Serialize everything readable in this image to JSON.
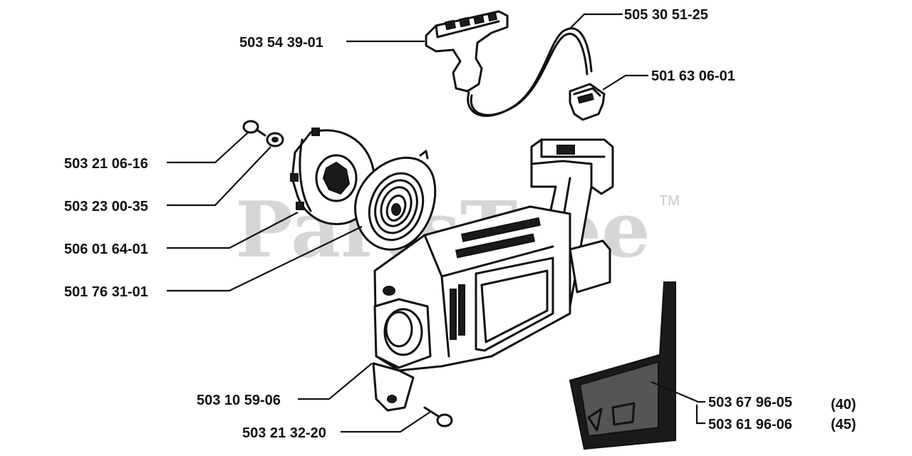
{
  "watermark": {
    "text": "PartsTree",
    "tm": "TM"
  },
  "parts": [
    {
      "id": "handle",
      "number": "503 54 39-01"
    },
    {
      "id": "rope",
      "number": "505 30 51-25"
    },
    {
      "id": "rope-guide",
      "number": "501 63 06-01"
    },
    {
      "id": "screw-top",
      "number": "503 21 06-16"
    },
    {
      "id": "washer",
      "number": "503 23 00-35"
    },
    {
      "id": "pulley",
      "number": "506 01 64-01"
    },
    {
      "id": "spring",
      "number": "501 76 31-01"
    },
    {
      "id": "housing",
      "number": "503 10 59-06"
    },
    {
      "id": "screw-bottom",
      "number": "503 21 32-20"
    },
    {
      "id": "decal-40",
      "number": "503 67 96-05",
      "variant": "(40)"
    },
    {
      "id": "decal-45",
      "number": "503 61 96-06",
      "variant": "(45)"
    }
  ]
}
